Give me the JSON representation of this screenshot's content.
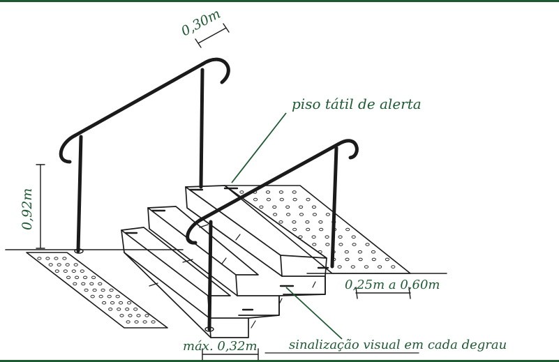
{
  "labels": {
    "handrail_extension": "0,30m",
    "handrail_height": "0,92m",
    "tactile_floor": "piso tátil de alerta",
    "tactile_depth": "0,25m a 0,60m",
    "max_distance": "máx. 0,32m",
    "step_marking": "sinalização visual em cada degrau"
  },
  "colors": {
    "frame": "#1d5a32",
    "label_text": "#1d5a32",
    "drawing_ink": "#1b1b1b",
    "background": "#ffffff"
  }
}
